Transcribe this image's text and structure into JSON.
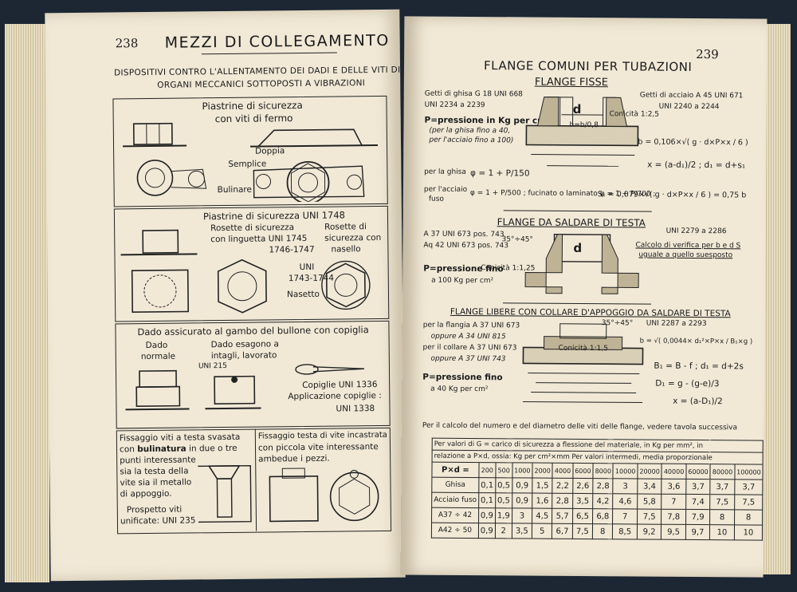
{
  "left_page": {
    "page_number": "238",
    "title": "MEZZI DI COLLEGAMENTO",
    "subtitle_1": "DISPOSITIVI CONTRO L'ALLENTAMENTO DEI DADI E DELLE VITI DI",
    "subtitle_2": "ORGANI MECCANICI SOTTOPOSTI A VIBRAZIONI",
    "s1": {
      "title_1": "Piastrine di sicurezza",
      "title_2": "con viti di fermo",
      "doppia": "Doppia",
      "semplice": "Semplice",
      "bulinare": "Bulinare"
    },
    "s2": {
      "title": "Piastrine di sicurezza UNI 1748",
      "rosette_a_1": "Rosette di sicurezza",
      "rosette_a_2": "con linguetta UNI 1745",
      "rosette_a_3": "1746-1747",
      "rosette_b_1": "Rosette di",
      "rosette_b_2": "sicurezza con",
      "rosette_b_3": "nasello",
      "uni_1": "UNI",
      "uni_2": "1743-1744",
      "nasetto": "Nasetto"
    },
    "s3": {
      "title": "Dado assicurato al gambo del bullone con copiglia",
      "dado_1": "Dado",
      "dado_2": "normale",
      "esa_1": "Dado esagono a",
      "esa_2": "intagli, lavorato",
      "esa_3": "UNI 215",
      "copiglie": "Copiglie UNI 1336",
      "applicazione_1": "Applicazione copiglie :",
      "applicazione_2": "UNI 1338"
    },
    "s4": {
      "l1": "Fissaggio viti a testa svasata",
      "l2a": "con ",
      "l2b": "bulinatura",
      "l2c": " in due o tre",
      "l3": "punti interessante",
      "l4": "sia la testa della",
      "l5": "vite sia il metallo",
      "l6": "di appoggio.",
      "l7": "Prospetto viti",
      "l8": "unificate: UNI 235",
      "r1": "Fissaggio testa di vite incastrata",
      "r2": "con piccola vite interessante",
      "r3": "ambedue i pezzi."
    }
  },
  "right_page": {
    "page_number": "239",
    "title": "FLANGE COMUNI PER TUBAZIONI",
    "fisse": {
      "heading": "FLANGE FISSE",
      "ghisa_1": "Getti di ghisa G 18 UNI 668",
      "ghisa_2": "UNI 2234 a 2239",
      "acciaio_1": "Getti di acciaio A 45 UNI 671",
      "acciaio_2": "UNI 2240 a 2244",
      "p_1": "P=pressione in Kg per cm²",
      "p_2": "(per la ghisa fino a 40,",
      "p_3": "per l'acciaio fino a 100)",
      "conicita": "Conicità 1:2,5",
      "h": "h=b/0,8",
      "formula_b": "b = 0,106×√( g · d×P×x / 6 )",
      "formula_x": "x = (a-d₁)/2 ; d₁ = d+s₁",
      "ghisa_phi_lbl": "per la ghisa",
      "ghisa_phi": "φ = 1 + P/150",
      "acc_phi_lbl_1": "per l'acciaio",
      "acc_phi_lbl_2": "fuso",
      "acc_phi": "φ = 1 + P/500 ; fucinato o laminato φ = 1 + P/700 ;",
      "s1_formula": "S₁ = 0,079×√( g · d×P×x / 6 ) = 0,75 b"
    },
    "saldare": {
      "heading": "FLANGE DA SALDARE DI TESTA",
      "a37": "A 37 UNI 673 pos. 743",
      "aq42": "Aq 42 UNI 673 pos. 743",
      "uni": "UNI 2279 a 2286",
      "calc_1": "Calcolo di verifica per b e d S",
      "calc_2": "uguale a quello suesposto",
      "angle": "35°÷45°",
      "conicita": "Conicità 1:1,25",
      "p_1": "P=pressione fino",
      "p_2": "a 100 Kg per cm²"
    },
    "libere": {
      "heading": "FLANGE LIBERE CON COLLARE D'APPOGGIO DA SALDARE DI TESTA",
      "l1": "per la flangia A 37 UNI 673",
      "l2": "oppure A 34 UNI 815",
      "l3": "per il collare A 37 UNI 673",
      "l4": "oppure A 37 UNI 743",
      "angle": "35°÷45°",
      "uni": "UNI 2287 a 2293",
      "formula_b": "b = √( 0,0044× d₁²×P×x / B₁×g )",
      "conicita": "Conicità 1:1,5",
      "p_1": "P=pressione fino",
      "p_2": "a 40 Kg per cm²",
      "f1": "B₁ = B - f ; d₁ = d+2s",
      "f2": "D₁ = g - (g-e)/3",
      "f3": "x = (a-D₁)/2"
    },
    "note": "Per il calcolo del numero e del diametro delle viti delle flange, vedere tavola successiva",
    "table": {
      "caption_1": "Per valori di G = carico di sicurezza a flessione del materiale, in Kg per mm², in",
      "caption_2": "relazione a P×d, ossia: Kg per cm²×mm    Per valori intermedi, media proporzionale",
      "header_label": "P×d =",
      "columns": [
        "200",
        "500",
        "1000",
        "2000",
        "4000",
        "6000",
        "8000",
        "10000",
        "20000",
        "40000",
        "60000",
        "80000",
        "100000"
      ],
      "rows": [
        {
          "label": "Ghisa",
          "values": [
            "0,1",
            "0,5",
            "0,9",
            "1,5",
            "2,2",
            "2,6",
            "2,8",
            "3",
            "3,4",
            "3,6",
            "3,7",
            "3,7",
            "3,7"
          ]
        },
        {
          "label": "Acciaio fuso",
          "values": [
            "0,1",
            "0,5",
            "0,9",
            "1,6",
            "2,8",
            "3,5",
            "4,2",
            "4,6",
            "5,8",
            "7",
            "7,4",
            "7,5",
            "7,5"
          ]
        },
        {
          "label": "A37 ÷ 42",
          "values": [
            "0,9",
            "1,9",
            "3",
            "4,5",
            "5,7",
            "6,5",
            "6,8",
            "7",
            "7,5",
            "7,8",
            "7,9",
            "8",
            "8"
          ]
        },
        {
          "label": "A42 ÷ 50",
          "values": [
            "0,9",
            "2",
            "3,5",
            "5",
            "6,7",
            "7,5",
            "8",
            "8,5",
            "9,2",
            "9,5",
            "9,7",
            "10",
            "10"
          ]
        }
      ]
    }
  }
}
